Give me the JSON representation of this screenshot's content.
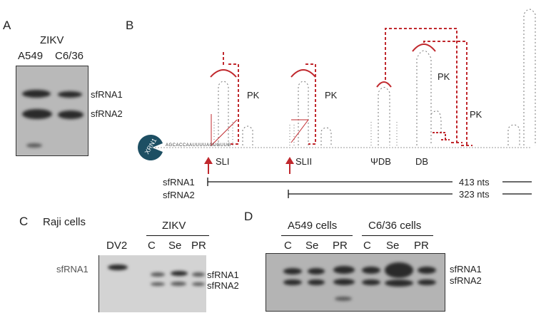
{
  "panel_a": {
    "letter": "A",
    "virus": "ZIKV",
    "lanes": [
      "A549",
      "C6/36"
    ],
    "bands": [
      "sfRNA1",
      "sfRNA2"
    ]
  },
  "panel_b": {
    "letter": "B",
    "enzyme": "XRN1",
    "structures": [
      "SLI",
      "SLII",
      "ΨDB",
      "DB"
    ],
    "pseudoknot_label": "PK",
    "products": [
      {
        "name": "sfRNA1",
        "length": "413 nts"
      },
      {
        "name": "sfRNA2",
        "length": "323 nts"
      }
    ],
    "sequence_start": "AGCACCAAUUUUAGUGUUG"
  },
  "panel_c": {
    "letter": "C",
    "title": "Raji cells",
    "group_label": "ZIKV",
    "lanes": [
      "DV2",
      "C",
      "Se",
      "PR"
    ],
    "left_band": "sfRNA1",
    "bands": [
      "sfRNA1",
      "sfRNA2"
    ]
  },
  "panel_d": {
    "letter": "D",
    "groups": [
      "A549 cells",
      "C6/36 cells"
    ],
    "lanes": [
      "C",
      "Se",
      "PR",
      "C",
      "Se",
      "PR"
    ],
    "bands": [
      "sfRNA1",
      "sfRNA2"
    ]
  },
  "colors": {
    "accent": "#c0282d",
    "xrn1": "#1d4f63"
  }
}
